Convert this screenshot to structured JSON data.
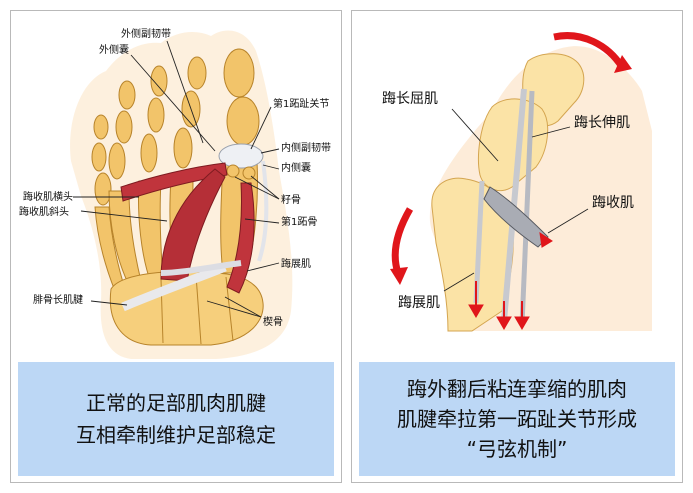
{
  "left_panel": {
    "labels": {
      "lateral_ligament": "外侧副韧带",
      "lateral_capsule": "外侧囊",
      "mtp_joint": "第1跖趾关节",
      "medial_ligament": "内侧副韧带",
      "medial_capsule": "内侧囊",
      "sesamoid": "籽骨",
      "first_metatarsal": "第1跖骨",
      "adductor_transverse": "踇收肌横头",
      "adductor_oblique": "踇收肌斜头",
      "abductor": "踇展肌",
      "peroneus_longus": "腓骨长肌腱",
      "cuneiform": "楔骨"
    },
    "caption": {
      "line1": "正常的足部肌肉肌腱",
      "line2": "互相牵制维护足部稳定"
    }
  },
  "right_panel": {
    "labels": {
      "flexor_hallucis_longus": "踇长屈肌",
      "extensor_hallucis_longus": "踇长伸肌",
      "adductor_hallucis": "踇收肌",
      "abductor_hallucis": "踇展肌"
    },
    "caption": {
      "line1": "踇外翻后粘连挛缩的肌肉",
      "line2": "肌腱牵拉第一跖趾关节形成",
      "line3": "“弓弦机制”"
    }
  },
  "colors": {
    "bone": "#f2c46a",
    "bone_light": "#fbe3a6",
    "muscle": "#c0343c",
    "tendon": "#e9e9ec",
    "arrow": "#e0161b",
    "caption_bg": "#bcd7f5"
  }
}
